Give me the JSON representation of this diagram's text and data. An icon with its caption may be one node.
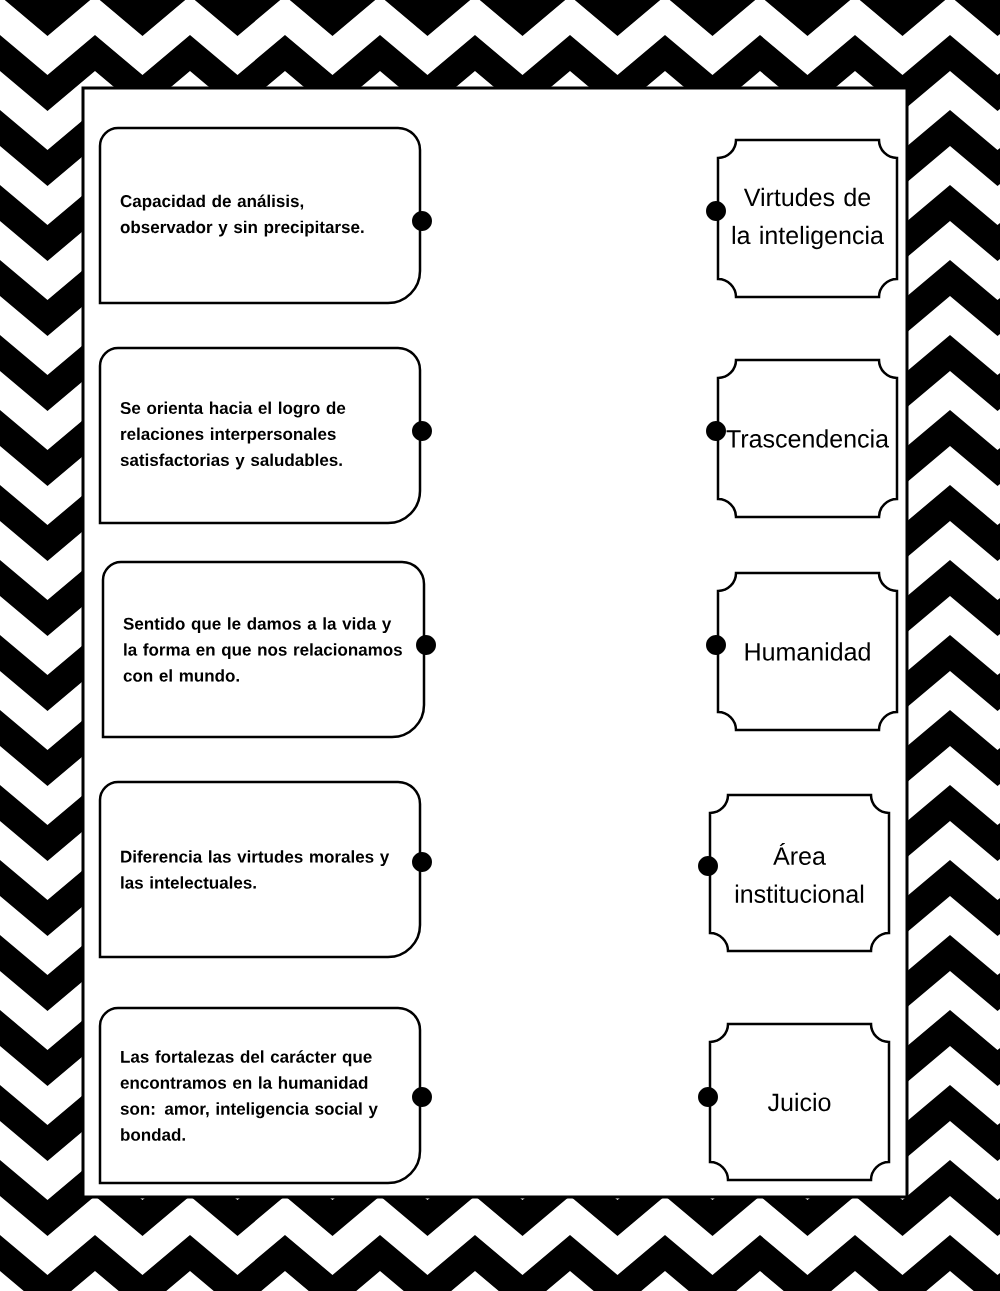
{
  "diagram": {
    "nodes": [
      {
        "text": [
          "Capacidad de análisis, observador y sin precipitarse."
        ]
      },
      {
        "text": [
          "Se orienta hacia el logro de relaciones interpersonales satisfactorias y saludables."
        ]
      },
      {
        "text": [
          "Sentido que le damos a la vida y la forma en que nos relacionamos con el mundo."
        ]
      },
      {
        "text": [
          "Diferencia las virtudes morales y las intelectuales."
        ]
      },
      {
        "text": [
          "Las fortalezas del carácter que encontramos en la humanidad son: amor, inteligencia social y bondad."
        ]
      },
      {
        "text": [
          "Virtudes de la inteligencia"
        ]
      },
      {
        "text": [
          "Trascendencia"
        ]
      },
      {
        "text": [
          "Humanidad"
        ]
      },
      {
        "text": [
          "Área institucional"
        ]
      },
      {
        "text": [
          "Juicio"
        ]
      }
    ]
  }
}
